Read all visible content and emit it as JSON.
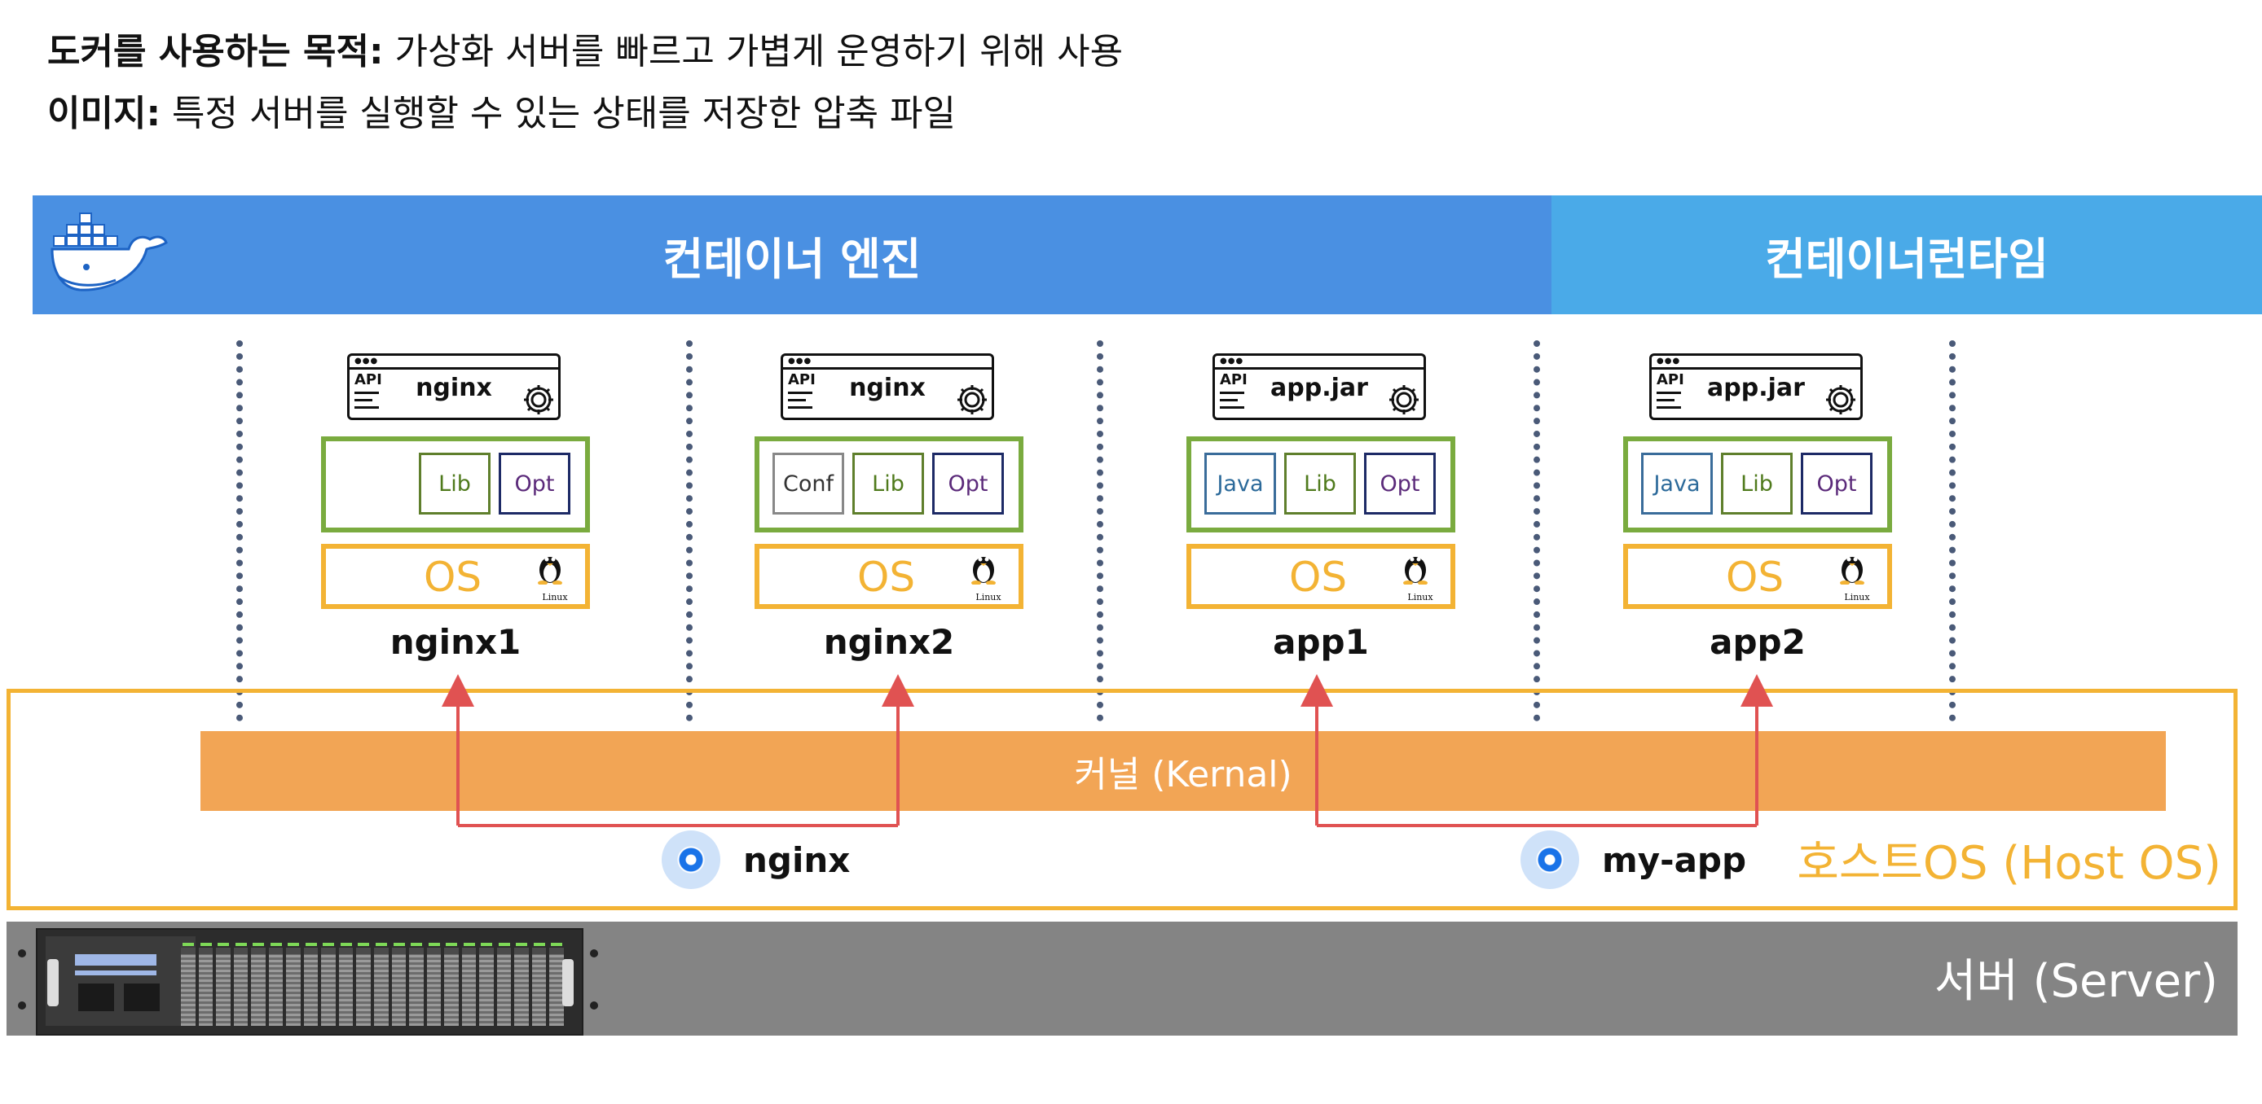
{
  "header": {
    "line1_label": "도커를 사용하는 목적:",
    "line1_text": " 가상화 서버를 빠르고 가볍게 운영하기 위해 사용",
    "line2_label": "이미지:",
    "line2_text": " 특정 서버를 실행할 수 있는 상태를 저장한 압축 파일"
  },
  "banner": {
    "engine_label": "컨테이너 엔진",
    "runtime_label": "컨테이너런타임"
  },
  "containers": [
    {
      "name": "nginx1",
      "app": "nginx",
      "api": "API",
      "chips": [
        "",
        "Lib",
        "Opt"
      ],
      "os": "OS",
      "os_brand": "Linux"
    },
    {
      "name": "nginx2",
      "app": "nginx",
      "api": "API",
      "chips": [
        "Conf",
        "Lib",
        "Opt"
      ],
      "os": "OS",
      "os_brand": "Linux"
    },
    {
      "name": "app1",
      "app": "app.jar",
      "api": "API",
      "chips": [
        "Java",
        "Lib",
        "Opt"
      ],
      "os": "OS",
      "os_brand": "Linux"
    },
    {
      "name": "app2",
      "app": "app.jar",
      "api": "API",
      "chips": [
        "Java",
        "Lib",
        "Opt"
      ],
      "os": "OS",
      "os_brand": "Linux"
    }
  ],
  "kernel_label": "커널 (Kernal)",
  "host_label": "호스트OS (Host OS)",
  "images": [
    {
      "label": "nginx"
    },
    {
      "label": "my-app"
    }
  ],
  "server_label": "서버 (Server)",
  "colors": {
    "engine_blue": "#4a90e2",
    "runtime_blue": "#4aaae8",
    "lib_green": "#7aab3f",
    "os_yellow": "#f3b334",
    "kernel_orange": "#f2a555",
    "arrow_red": "#e05252",
    "server_gray": "#848484"
  }
}
